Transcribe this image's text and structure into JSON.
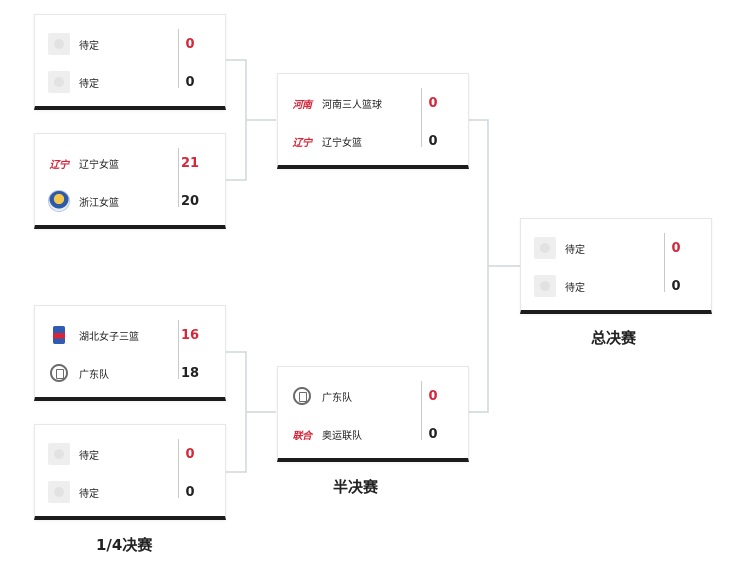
{
  "stages": {
    "quarter": "1/4决赛",
    "semi": "半决赛",
    "final": "总决赛"
  },
  "matches": {
    "qf1": {
      "team1": {
        "name": "待定",
        "score": "0",
        "logo": "placeholder"
      },
      "team2": {
        "name": "待定",
        "score": "0",
        "logo": "placeholder"
      }
    },
    "qf2": {
      "team1": {
        "name": "辽宁女篮",
        "score": "21",
        "logo": "liaoning"
      },
      "team2": {
        "name": "浙江女篮",
        "score": "20",
        "logo": "zhejiang"
      }
    },
    "qf3": {
      "team1": {
        "name": "湖北女子三篮",
        "score": "16",
        "logo": "hubei"
      },
      "team2": {
        "name": "广东队",
        "score": "18",
        "logo": "guangdong"
      }
    },
    "qf4": {
      "team1": {
        "name": "待定",
        "score": "0",
        "logo": "placeholder"
      },
      "team2": {
        "name": "待定",
        "score": "0",
        "logo": "placeholder"
      }
    },
    "sf1": {
      "team1": {
        "name": "河南三人篮球",
        "score": "0",
        "logo": "henan"
      },
      "team2": {
        "name": "辽宁女篮",
        "score": "0",
        "logo": "liaoning"
      }
    },
    "sf2": {
      "team1": {
        "name": "广东队",
        "score": "0",
        "logo": "guangdong"
      },
      "team2": {
        "name": "奥运联队",
        "score": "0",
        "logo": "aoyun"
      }
    },
    "final": {
      "team1": {
        "name": "待定",
        "score": "0",
        "logo": "placeholder"
      },
      "team2": {
        "name": "待定",
        "score": "0",
        "logo": "placeholder"
      }
    }
  },
  "logo_marks": {
    "liaoning": "辽宁",
    "henan": "河南",
    "aoyun": "联合"
  },
  "colors": {
    "score_highlight": "#d6263a",
    "score_default": "#222222",
    "card_bottom": "#1c1c1c",
    "connector": "#cfd6dc"
  }
}
